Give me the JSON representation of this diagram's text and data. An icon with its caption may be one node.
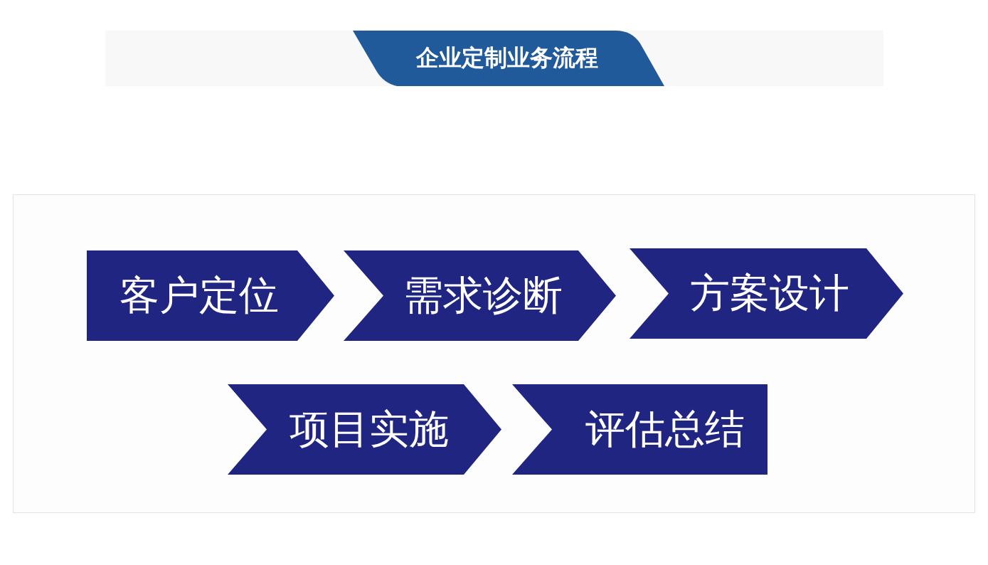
{
  "diagram": {
    "title": "企业定制业务流程",
    "nodes": [
      {
        "text": [
          "客户定位"
        ]
      },
      {
        "text": [
          "需求诊断"
        ]
      },
      {
        "text": [
          "方案设计"
        ]
      },
      {
        "text": [
          "项目实施"
        ]
      },
      {
        "text": [
          "评估总结"
        ]
      }
    ]
  }
}
